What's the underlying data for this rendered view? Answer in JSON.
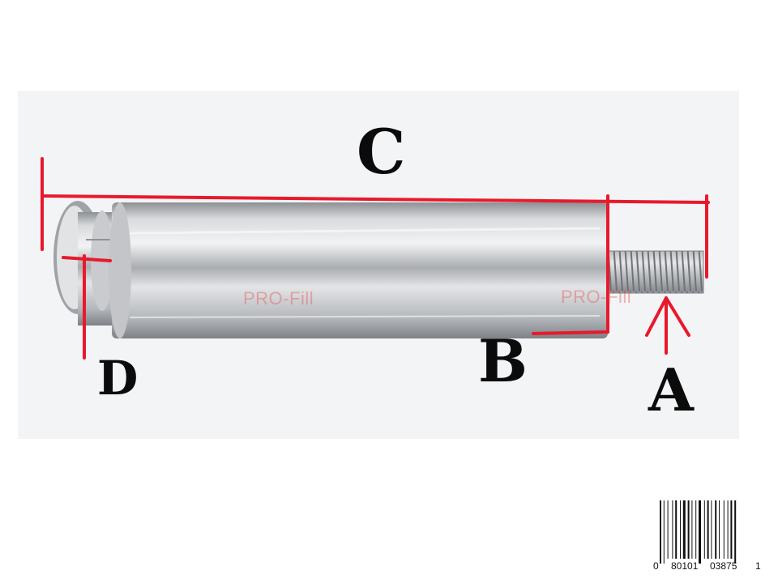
{
  "labels": {
    "c": "C",
    "b": "B",
    "a": "A",
    "d": "D"
  },
  "watermark": "PRO-Fill",
  "barcode": {
    "lead_digit": "0",
    "group_1": "80101",
    "group_2": "03875",
    "check_digit": "1"
  },
  "colors": {
    "annotation": "#e8192c",
    "text": "#0b0b0b",
    "metal": "#b9bcc0",
    "background": "#ffffff"
  }
}
